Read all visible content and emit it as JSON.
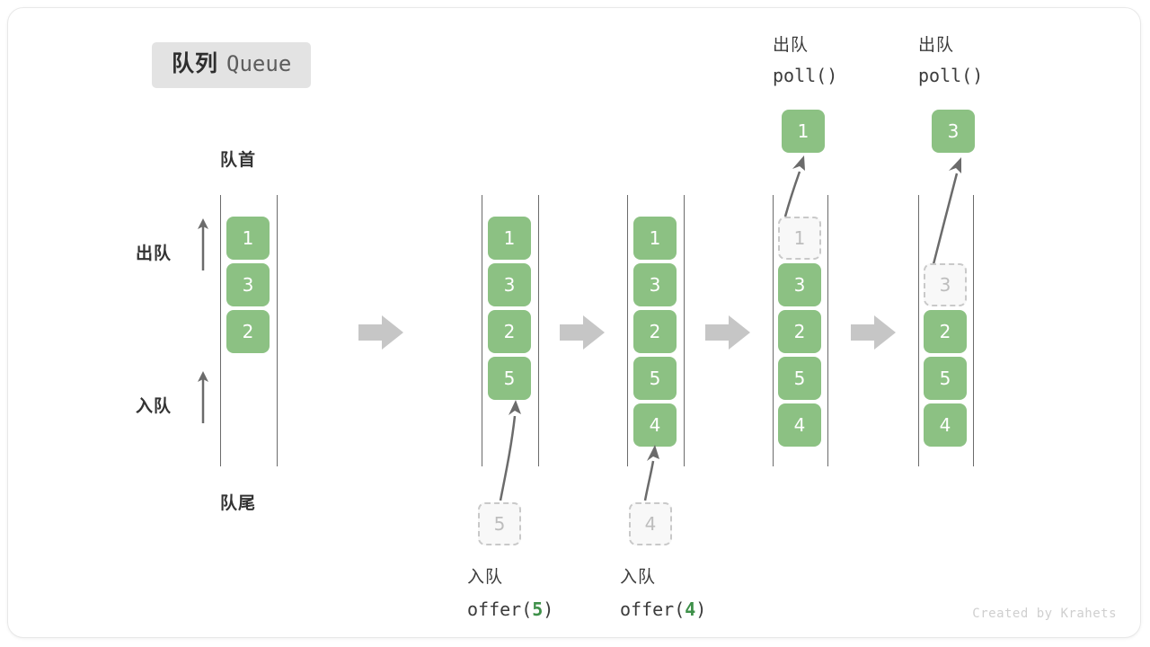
{
  "title": {
    "cn": "队列",
    "en": "Queue"
  },
  "labels": {
    "front": "队首",
    "rear": "队尾",
    "dequeue_side": "出队",
    "enqueue_side": "入队"
  },
  "colors": {
    "node_green": "#8cc183",
    "ghost_fill": "#f8f8f8",
    "ghost_border": "#c9c9c9",
    "rail": "#6b6b6b",
    "arrow_gray": "#c6c6c6",
    "badge_bg": "#e3e3e3",
    "accent_green": "#3e9049",
    "text_dark": "#333333"
  },
  "columns": [
    {
      "id": "col-initial",
      "nodes": [
        {
          "value": "1",
          "state": "solid"
        },
        {
          "value": "3",
          "state": "solid"
        },
        {
          "value": "2",
          "state": "solid"
        }
      ]
    },
    {
      "id": "col-offer-5",
      "nodes": [
        {
          "value": "1",
          "state": "solid"
        },
        {
          "value": "3",
          "state": "solid"
        },
        {
          "value": "2",
          "state": "solid"
        },
        {
          "value": "5",
          "state": "solid"
        }
      ],
      "incoming": {
        "value": "5"
      },
      "caption_cn": "入队",
      "caption_fn": "offer(",
      "caption_arg": "5",
      "caption_fn_end": ")"
    },
    {
      "id": "col-offer-4",
      "nodes": [
        {
          "value": "1",
          "state": "solid"
        },
        {
          "value": "3",
          "state": "solid"
        },
        {
          "value": "2",
          "state": "solid"
        },
        {
          "value": "5",
          "state": "solid"
        },
        {
          "value": "4",
          "state": "solid"
        }
      ],
      "incoming": {
        "value": "4"
      },
      "caption_cn": "入队",
      "caption_fn": "offer(",
      "caption_arg": "4",
      "caption_fn_end": ")"
    },
    {
      "id": "col-poll-1",
      "nodes": [
        {
          "value": "1",
          "state": "ghost"
        },
        {
          "value": "3",
          "state": "solid"
        },
        {
          "value": "2",
          "state": "solid"
        },
        {
          "value": "5",
          "state": "solid"
        },
        {
          "value": "4",
          "state": "solid"
        }
      ],
      "outgoing": {
        "value": "1"
      },
      "header_cn": "出队",
      "header_fn": "poll()"
    },
    {
      "id": "col-poll-3",
      "nodes": [
        {
          "value": "3",
          "state": "ghost"
        },
        {
          "value": "2",
          "state": "solid"
        },
        {
          "value": "5",
          "state": "solid"
        },
        {
          "value": "4",
          "state": "solid"
        }
      ],
      "outgoing": {
        "value": "3"
      },
      "header_cn": "出队",
      "header_fn": "poll()"
    }
  ],
  "credit": "Created by Krahets"
}
